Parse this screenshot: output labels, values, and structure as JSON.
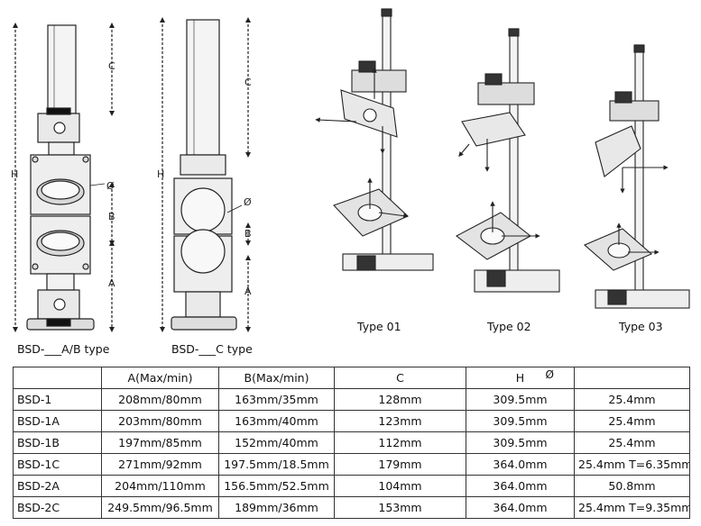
{
  "captions": {
    "ab_type": "BSD-___A/B type",
    "c_type": "BSD-___C type",
    "type01": "Type 01",
    "type02": "Type 02",
    "type03": "Type 03"
  },
  "dim_labels": {
    "H": "H",
    "C": "C",
    "B": "B",
    "A": "A",
    "phi": "Ø"
  },
  "table": {
    "headers": [
      "",
      "A(Max/min)",
      "B(Max/min)",
      "C",
      "H",
      ""
    ],
    "phi_symbol": "Ø",
    "rows": [
      [
        "BSD-1",
        "208mm/80mm",
        "163mm/35mm",
        "128mm",
        "309.5mm",
        "25.4mm"
      ],
      [
        "BSD-1A",
        "203mm/80mm",
        "163mm/40mm",
        "123mm",
        "309.5mm",
        "25.4mm"
      ],
      [
        "BSD-1B",
        "197mm/85mm",
        "152mm/40mm",
        "112mm",
        "309.5mm",
        "25.4mm"
      ],
      [
        "BSD-1C",
        "271mm/92mm",
        "197.5mm/18.5mm",
        "179mm",
        "364.0mm",
        "25.4mm T=6.35mm"
      ],
      [
        "BSD-2A",
        "204mm/110mm",
        "156.5mm/52.5mm",
        "104mm",
        "364.0mm",
        "50.8mm"
      ],
      [
        "BSD-2C",
        "249.5mm/96.5mm",
        "189mm/36mm",
        "153mm",
        "364.0mm",
        "25.4mm T=9.35mm"
      ]
    ]
  }
}
